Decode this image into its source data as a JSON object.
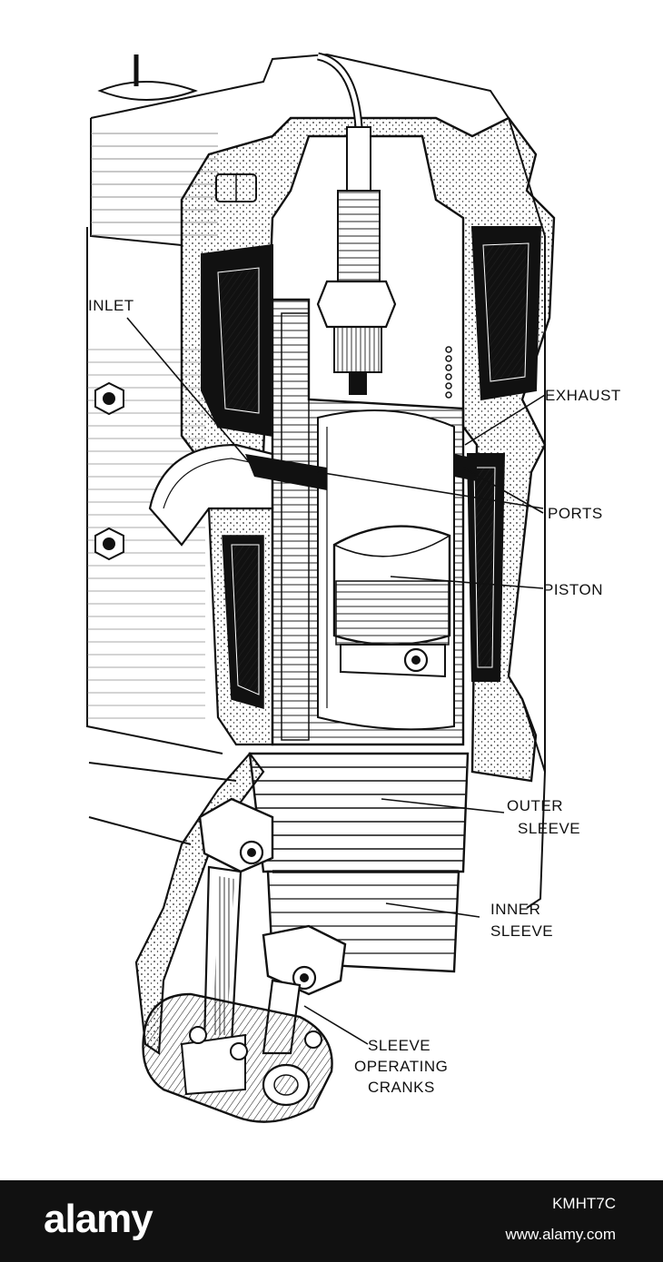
{
  "diagram": {
    "labels": {
      "inlet": "INLET",
      "exhaust": "EXHAUST",
      "ports": "PORTS",
      "piston": "PISTON",
      "outer_1": "OUTER",
      "outer_2": "SLEEVE",
      "inner_1": "INNER",
      "inner_2": "SLEEVE",
      "cranks_1": "SLEEVE",
      "cranks_2": "OPERATING",
      "cranks_3": "CRANKS"
    }
  },
  "footer": {
    "brand": "alamy",
    "image_id": "KMHT7C",
    "url": "www.alamy.com"
  },
  "colors": {
    "ink": "#111111",
    "paper": "#ffffff",
    "footer_bg": "#111111"
  }
}
